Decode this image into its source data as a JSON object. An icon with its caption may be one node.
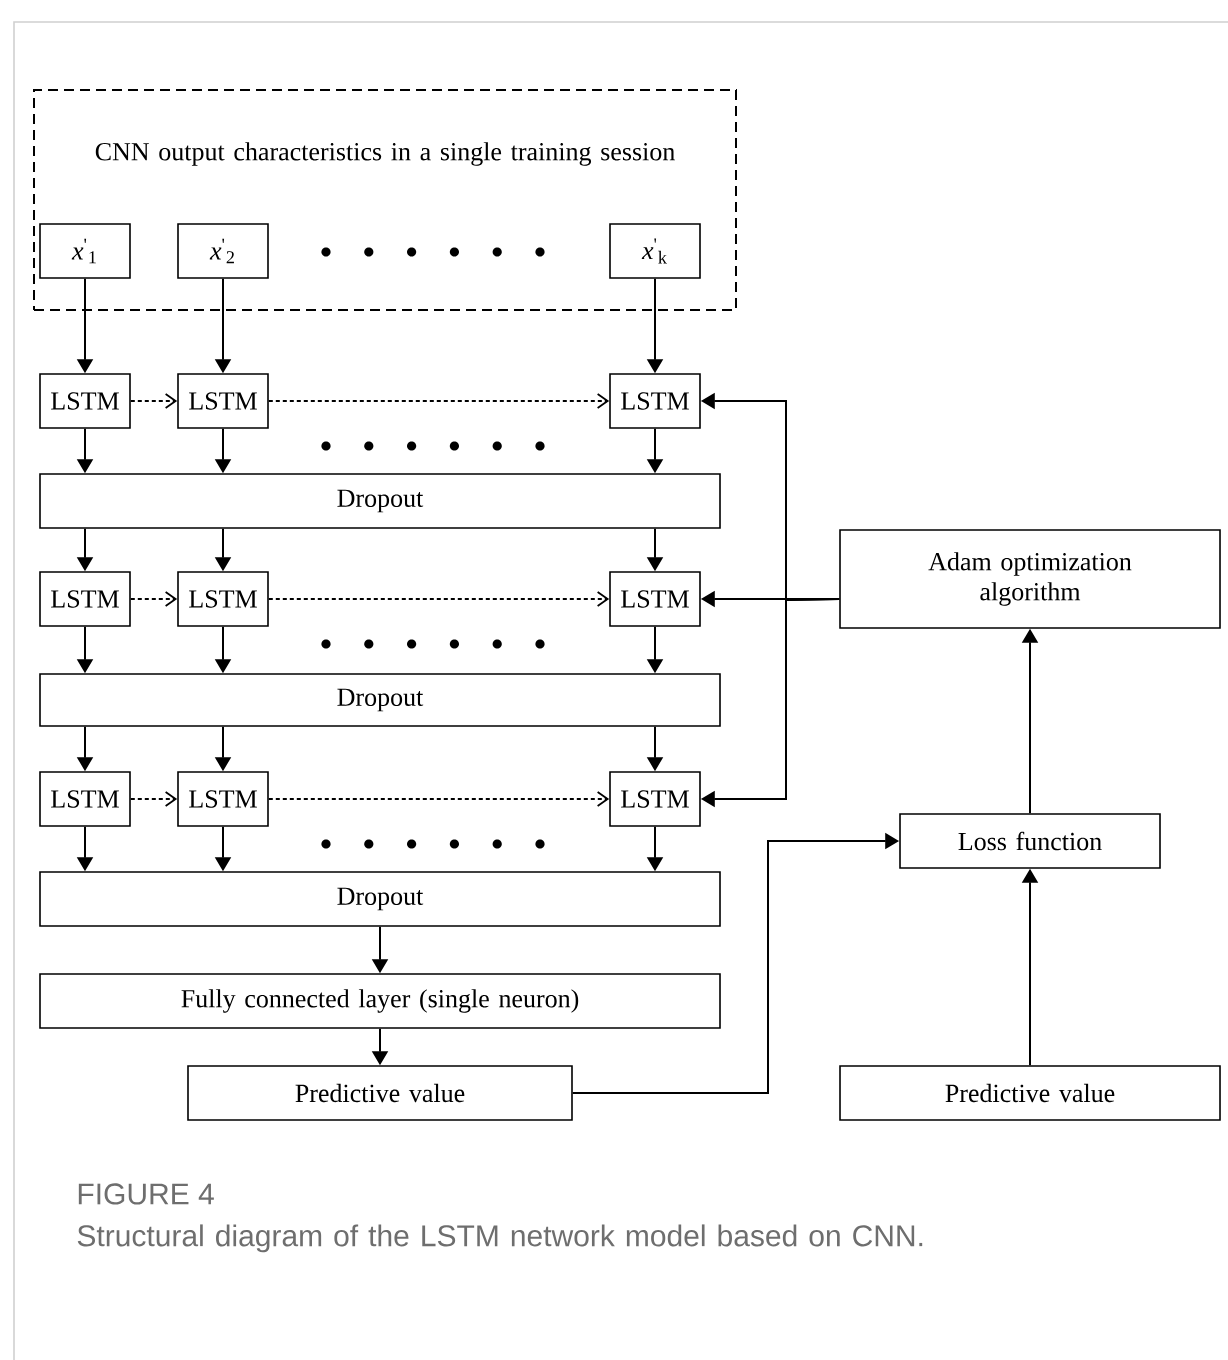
{
  "diagram": {
    "title": "FIGURE 4",
    "caption": "Structural diagram of the LSTM network model based on CNN.",
    "nodes": [
      {
        "text": [
          "CNN output characteristics in a single training session"
        ]
      },
      {
        "text": [
          "*x*$^{'}$$_{1}$"
        ],
        "in": 0
      },
      {
        "text": [
          "*x*$^{'}$$_{2}$"
        ],
        "in": 0
      },
      {
        "text": [
          "*x*$^{'}$$_{k}$"
        ],
        "in": 0
      },
      {
        "text": [
          "LSTM"
        ]
      },
      {
        "text": [
          "LSTM"
        ]
      },
      {
        "text": [
          "LSTM"
        ]
      },
      {
        "text": [
          "Dropout"
        ]
      },
      {
        "text": [
          "LSTM"
        ]
      },
      {
        "text": [
          "LSTM"
        ]
      },
      {
        "text": [
          "LSTM"
        ]
      },
      {
        "text": [
          "Dropout"
        ]
      },
      {
        "text": [
          "LSTM"
        ]
      },
      {
        "text": [
          "LSTM"
        ]
      },
      {
        "text": [
          "LSTM"
        ]
      },
      {
        "text": [
          "Dropout"
        ]
      },
      {
        "text": [
          "Fully connected layer (single neuron)"
        ]
      },
      {
        "text": [
          "Predictive value"
        ]
      },
      {
        "text": [
          "Adam optimization algorithm"
        ]
      },
      {
        "text": [
          "Loss function"
        ]
      },
      {
        "text": [
          "Predictive value"
        ]
      }
    ],
    "edges": [
      {
        "from": 1,
        "to": 4,
        "arrow": "to"
      },
      {
        "from": 2,
        "to": 5,
        "arrow": "to"
      },
      {
        "from": 3,
        "to": 6,
        "arrow": "to"
      },
      {
        "from": 4,
        "to": 5,
        "arrow": "to",
        "style": "dashed"
      },
      {
        "from": 5,
        "to": 6,
        "arrow": "to",
        "style": "dashed"
      },
      {
        "from": 4,
        "to": 7,
        "arrow": "to"
      },
      {
        "from": 5,
        "to": 7,
        "arrow": "to"
      },
      {
        "from": 6,
        "to": 7,
        "arrow": "to"
      },
      {
        "from": 7,
        "to": 8,
        "arrow": "to"
      },
      {
        "from": 7,
        "to": 9,
        "arrow": "to"
      },
      {
        "from": 7,
        "to": 10,
        "arrow": "to"
      },
      {
        "from": 8,
        "to": 9,
        "arrow": "to",
        "style": "dashed"
      },
      {
        "from": 9,
        "to": 10,
        "arrow": "to",
        "style": "dashed"
      },
      {
        "from": 8,
        "to": 11,
        "arrow": "to"
      },
      {
        "from": 9,
        "to": 11,
        "arrow": "to"
      },
      {
        "from": 10,
        "to": 11,
        "arrow": "to"
      },
      {
        "from": 11,
        "to": 12,
        "arrow": "to"
      },
      {
        "from": 11,
        "to": 13,
        "arrow": "to"
      },
      {
        "from": 11,
        "to": 14,
        "arrow": "to"
      },
      {
        "from": 12,
        "to": 13,
        "arrow": "to",
        "style": "dashed"
      },
      {
        "from": 13,
        "to": 14,
        "arrow": "to",
        "style": "dashed"
      },
      {
        "from": 12,
        "to": 15,
        "arrow": "to"
      },
      {
        "from": 13,
        "to": 15,
        "arrow": "to"
      },
      {
        "from": 14,
        "to": 15,
        "arrow": "to"
      },
      {
        "from": 15,
        "to": 16,
        "arrow": "to"
      },
      {
        "from": 16,
        "to": 17,
        "arrow": "to"
      },
      {
        "from": 17,
        "to": 19,
        "arrow": "to"
      },
      {
        "from": 20,
        "to": 19,
        "arrow": "to"
      },
      {
        "from": 19,
        "to": 18,
        "arrow": "to"
      },
      {
        "from": 18,
        "to": 6,
        "arrow": "to"
      },
      {
        "from": 18,
        "to": 10,
        "arrow": "to"
      },
      {
        "from": 18,
        "to": 14,
        "arrow": "to"
      }
    ]
  }
}
